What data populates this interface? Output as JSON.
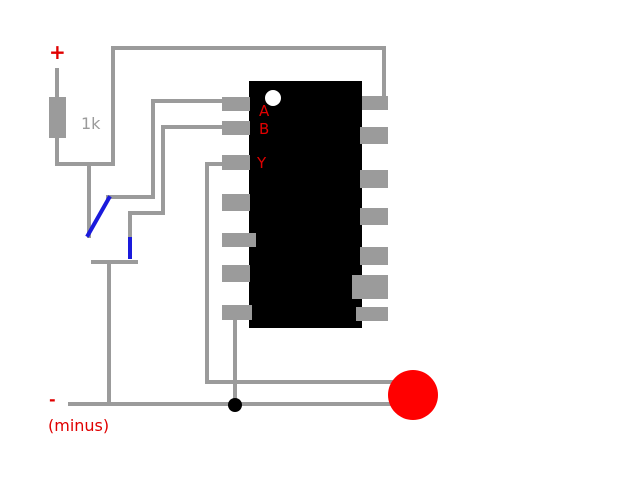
{
  "labels": {
    "plus": "+",
    "resistor": "1k",
    "pin_a": "A",
    "pin_b": "B",
    "pin_y": "Y",
    "minus": "-",
    "minus_word": "(minus)"
  },
  "colors": {
    "wire": "#9b9b9b",
    "chip": "#000000",
    "switch": "#1a1adc",
    "label_red": "#e00000",
    "label_gray": "#9b9b9b",
    "led": "#ff0000",
    "junction": "#000000"
  }
}
